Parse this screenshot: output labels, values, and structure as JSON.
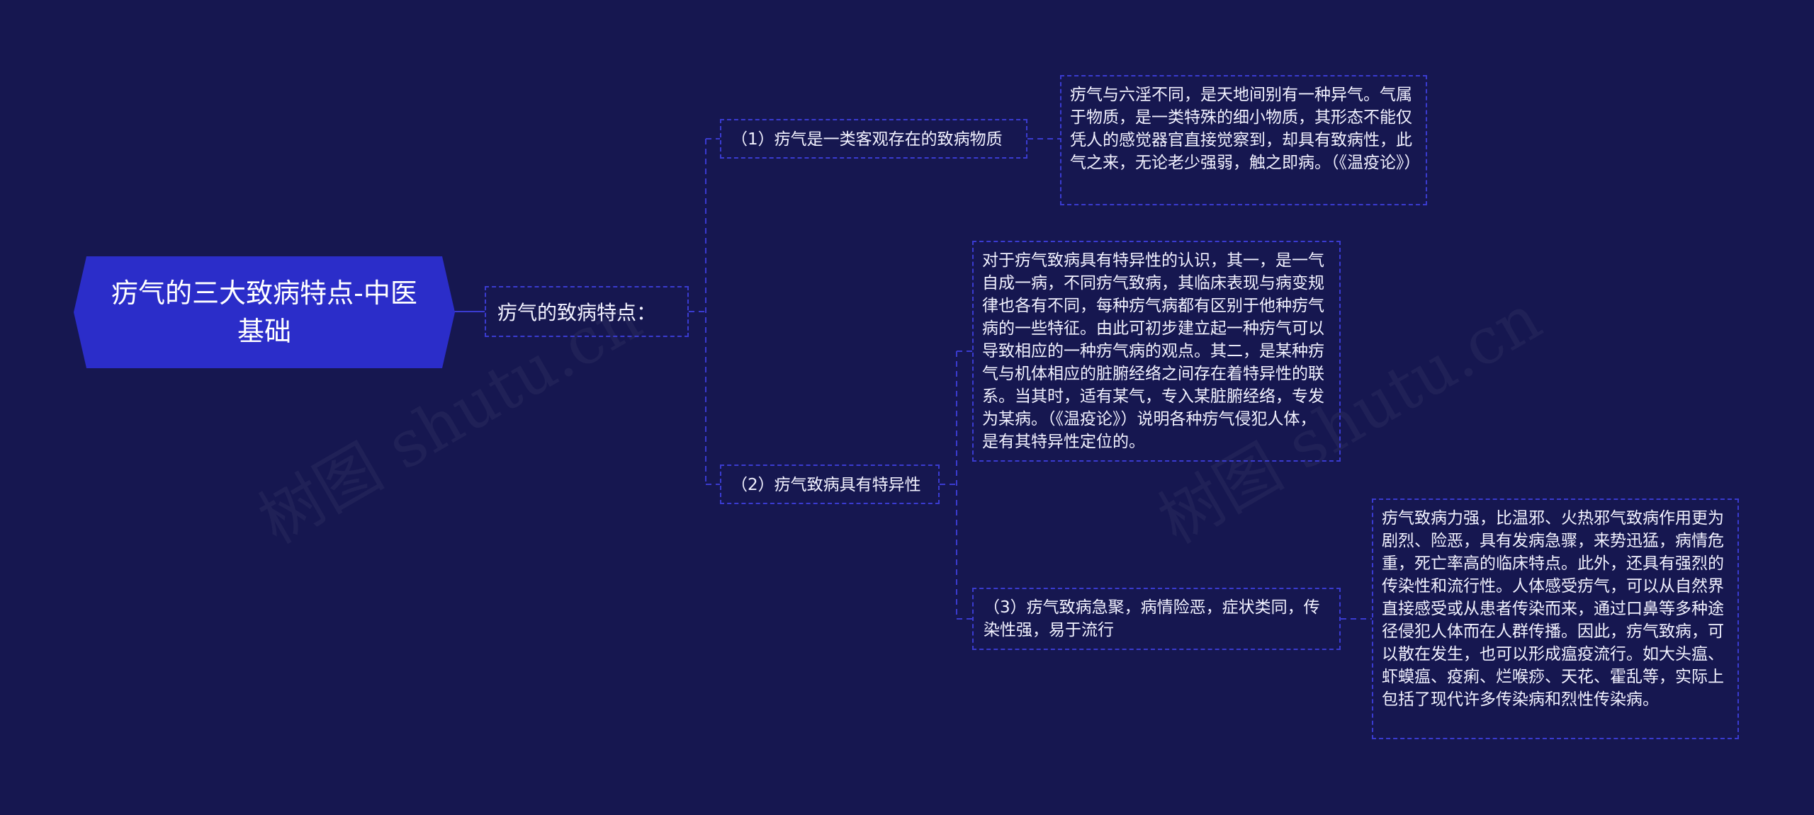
{
  "root": {
    "title": "疠气的三大致病特点-中医基础"
  },
  "branch": {
    "label": "疠气的致病特点："
  },
  "items": [
    {
      "label": "（1）疠气是一类客观存在的致病物质",
      "detail": "疠气与六淫不同，是天地间别有一种异气。气属于物质，是一类特殊的细小物质，其形态不能仅凭人的感觉器官直接觉察到，却具有致病性，此气之来，无论老少强弱，触之即病。（《温疫论》）"
    },
    {
      "label": "（2）疠气致病具有特异性",
      "detail": "对于疠气致病具有特异性的认识，其一，是一气自成一病，不同疠气致病，其临床表现与病变规律也各有不同，每种疠气病都有区别于他种疠气病的一些特征。由此可初步建立起一种疠气可以导致相应的一种疠气病的观点。其二，是某种疠气与机体相应的脏腑经络之间存在着特异性的联系。当其时，适有某气，专入某脏腑经络，专发为某病。（《温疫论》）说明各种疠气侵犯人体，是有其特异性定位的。"
    },
    {
      "label": "（3）疠气致病急聚，病情险恶，症状类同，传染性强，易于流行",
      "detail": "疠气致病力强，比温邪、火热邪气致病作用更为剧烈、险恶，具有发病急骤，来势迅猛，病情危重，死亡率高的临床特点。此外，还具有强烈的传染性和流行性。人体感受疠气，可以从自然界直接感受或从患者传染而来，通过口鼻等多种途径侵犯人体而在人群传播。因此，疠气致病，可以散在发生，也可以形成瘟疫流行。如大头瘟、虾蟆瘟、疫痢、烂喉痧、天花、霍乱等，实际上包括了现代许多传染病和烈性传染病。"
    }
  ],
  "watermark": "树图 shutu.cn",
  "colors": {
    "background": "#161750",
    "root_fill": "#2b2dc9",
    "border": "#3a3bd0",
    "line": "#3a3bd0",
    "text": "#f2f2ff"
  }
}
